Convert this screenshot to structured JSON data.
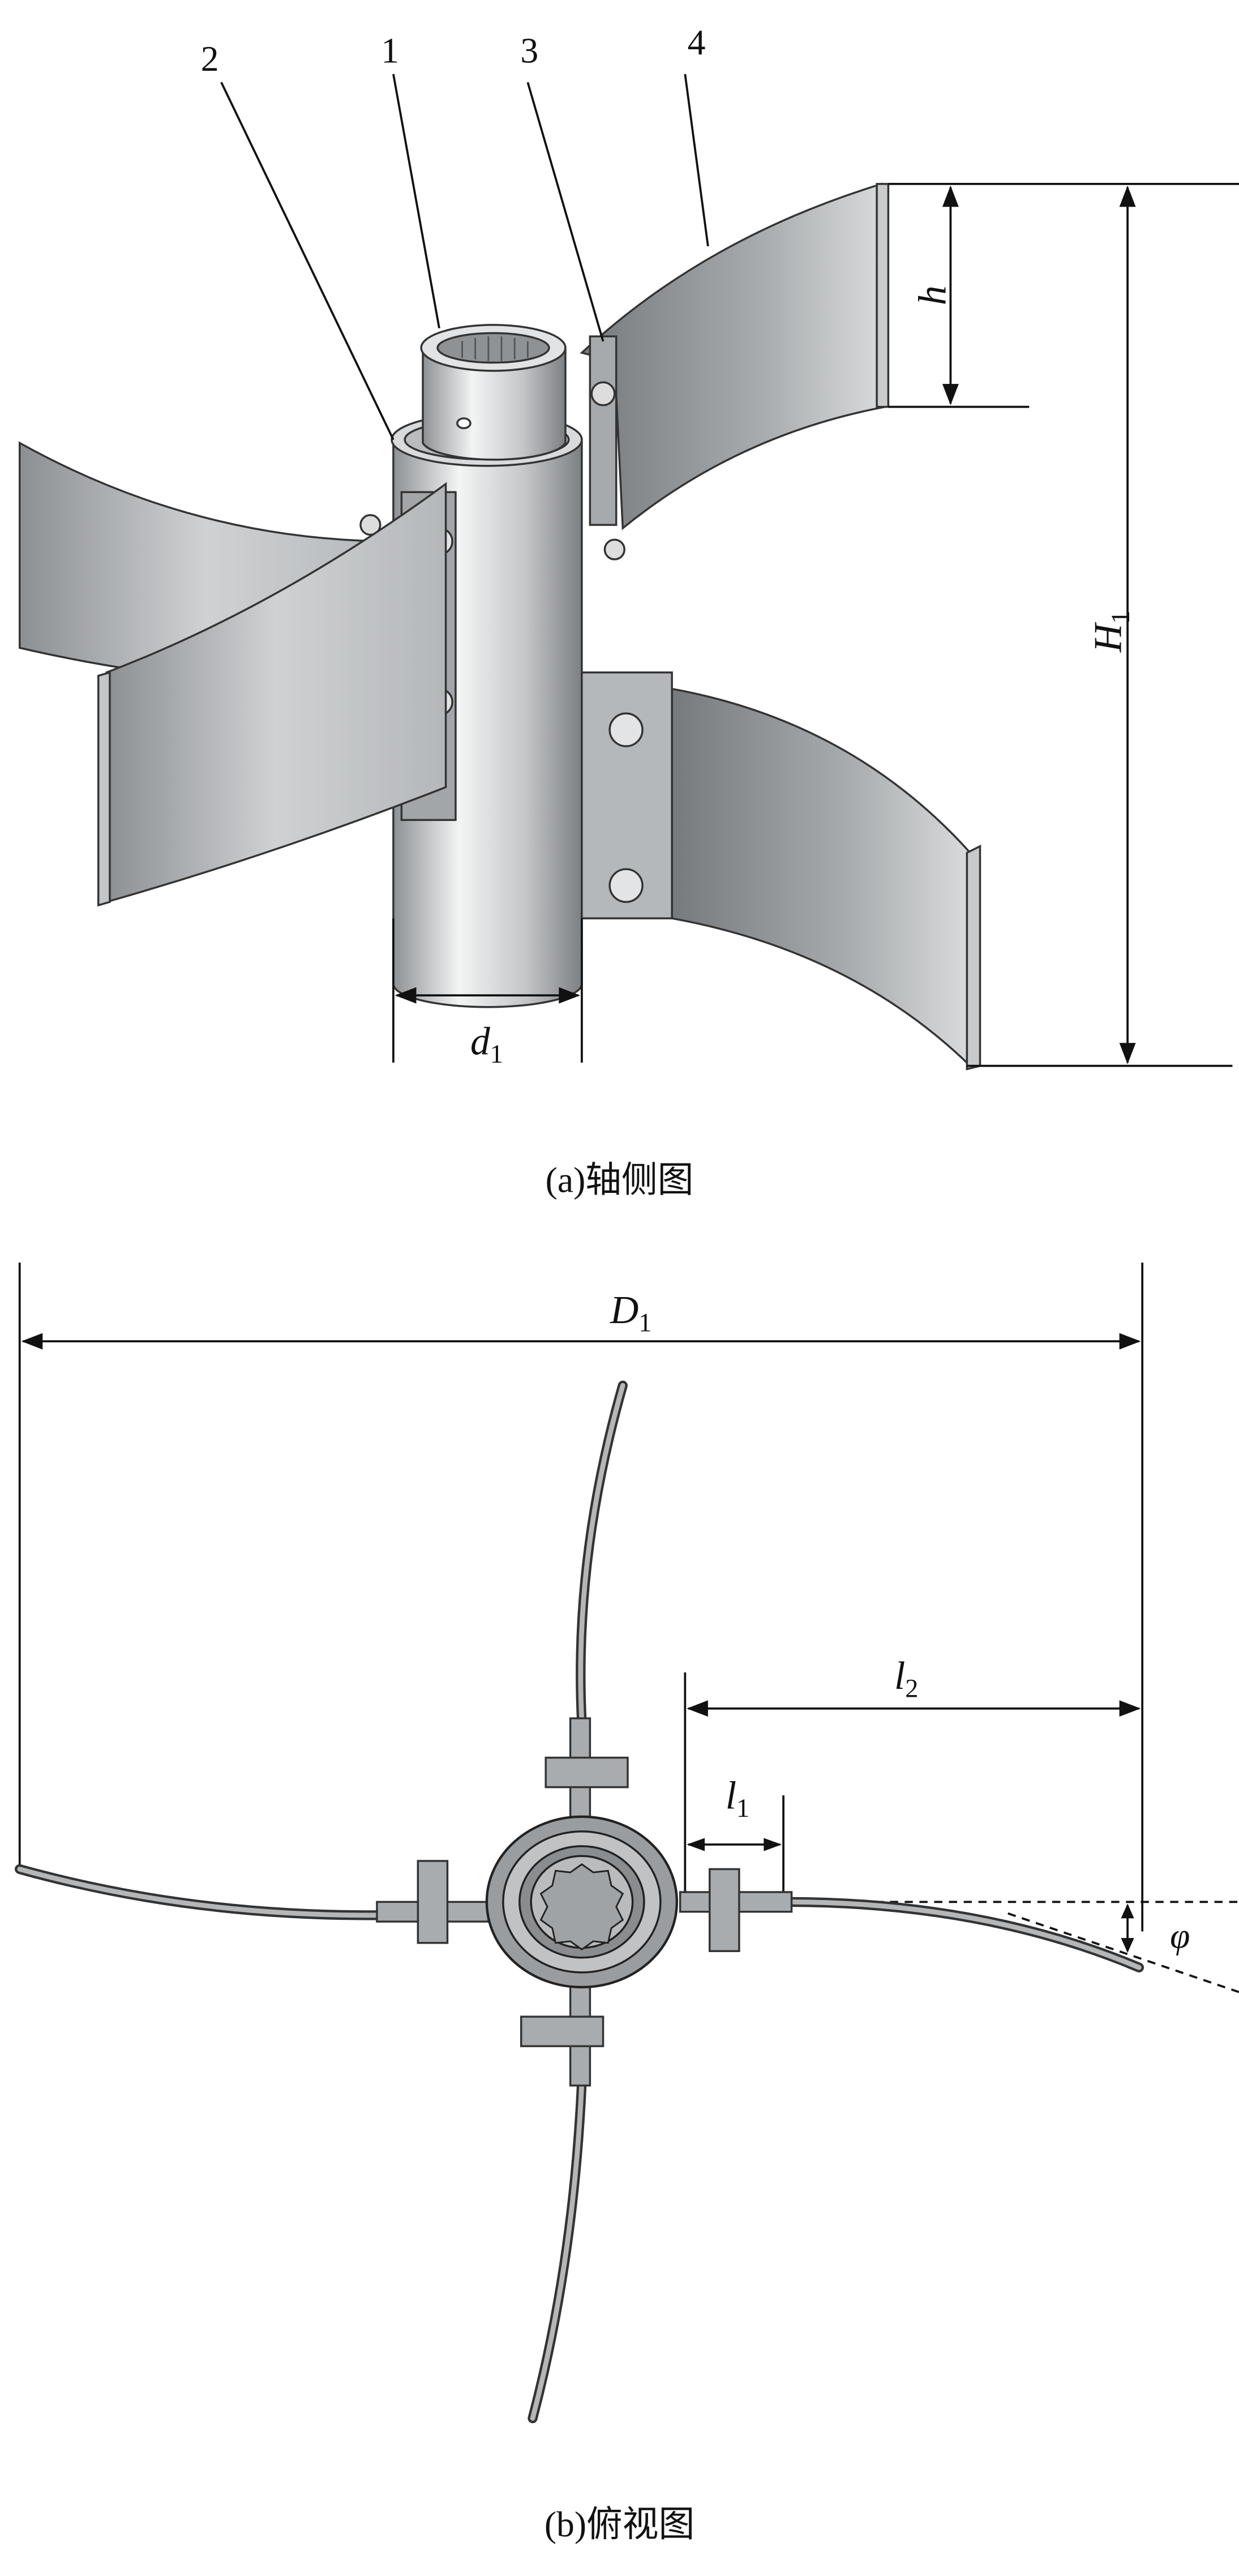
{
  "figure_a": {
    "caption": "(a)轴侧图",
    "part_labels": [
      "1",
      "2",
      "3",
      "4"
    ],
    "dimensions": {
      "h": "h",
      "H": "H",
      "H_sub": "1",
      "d": "d",
      "d_sub": "1"
    }
  },
  "figure_b": {
    "caption": "(b)俯视图",
    "dimensions": {
      "D": "D",
      "D_sub": "1",
      "l2": "l",
      "l2_sub": "2",
      "l1": "l",
      "l1_sub": "1",
      "phi": "φ"
    }
  },
  "colors": {
    "line": "#111111",
    "metal_light": "#d4d6d8",
    "metal_dark": "#7c7f82"
  }
}
